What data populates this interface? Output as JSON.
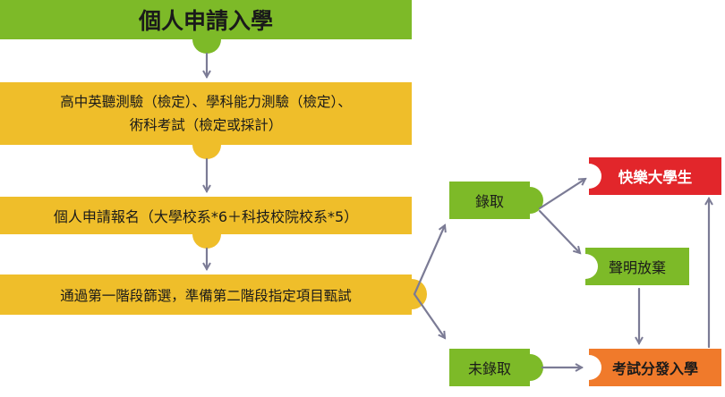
{
  "flow": {
    "title": "個人申請入學",
    "step1": {
      "line1": "高中英聽測驗（檢定）、學科能力測驗（檢定）、",
      "line2": "術科考試（檢定或採計）"
    },
    "step2": "個人申請報名（大學校系*6＋科技校院校系*5）",
    "step3": "通過第一階段篩選，準備第二階段指定項目甄試",
    "admitted": "錄取",
    "not_admitted": "未錄取",
    "happy": "快樂大學生",
    "declare_giveup": "聲明放棄",
    "exam_assign": "考試分發入學"
  },
  "colors": {
    "green": "#7dba28",
    "yellow": "#efbe2a",
    "red": "#e2262b",
    "orange": "#f07a2b",
    "arrow": "#7b7b95"
  }
}
